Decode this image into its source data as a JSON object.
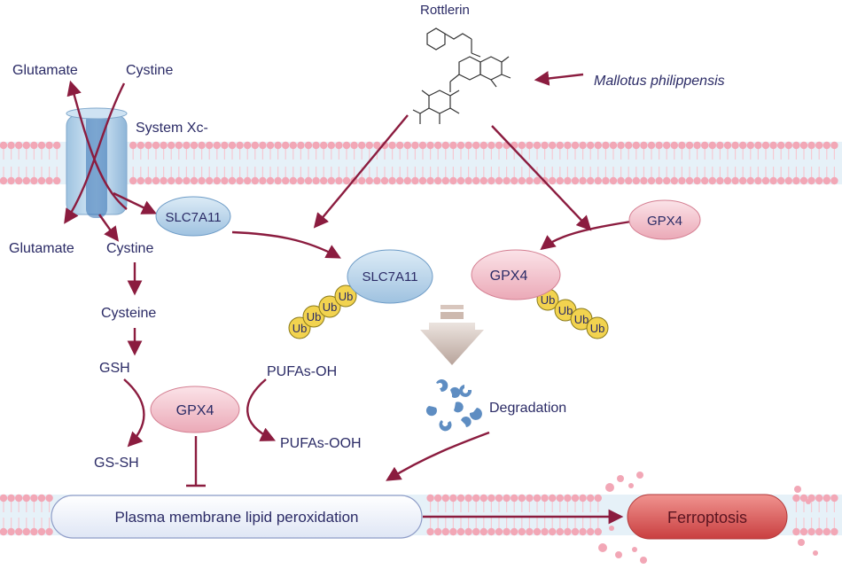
{
  "compound": {
    "name": "Rottlerin",
    "source": "Mallotus philippensis"
  },
  "transporter": {
    "name": "System Xc-",
    "outside_out": "Glutamate",
    "outside_in": "Cystine",
    "inside_out": "Glutamate",
    "inside_in": "Cystine"
  },
  "proteins": {
    "slc7a11": "SLC7A11",
    "slc7a11_ub": "SLC7A11",
    "gpx4_free": "GPX4",
    "gpx4_ub": "GPX4",
    "gpx4_lower": "GPX4"
  },
  "ubiquitin": "Ub",
  "pathway": {
    "cysteine": "Cysteine",
    "gsh": "GSH",
    "gssh": "GS-SH",
    "pufas_oh": "PUFAs-OH",
    "pufas_ooh": "PUFAs-OOH",
    "degradation": "Degradation"
  },
  "outcome": {
    "lipid_peroxidation": "Plasma membrane lipid peroxidation",
    "ferroptosis": "Ferroptosis"
  },
  "colors": {
    "arrow": "#8b1c3f",
    "text": "#2b2b66",
    "membrane_head": "#f2a7b6",
    "membrane_tail": "#f6c9d2",
    "membrane_band": "#e6f1f8",
    "slc_fill": "#b9d4ea",
    "gpx_fill": "#f4c5cf",
    "ub_fill": "#f2d34f",
    "ferro_fill": "#d8504e"
  }
}
